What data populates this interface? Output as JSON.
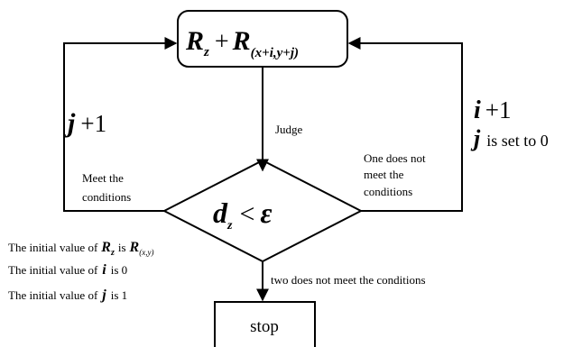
{
  "nodes": {
    "process": {
      "var": "R",
      "sub": "z",
      "op": "+",
      "sub2": "(x+i,y+j)"
    },
    "decision": {
      "var": "d",
      "sub": "z",
      "op": "<",
      "rhs": "ε"
    },
    "stop": {
      "label": "stop"
    }
  },
  "edges": {
    "judge": "Judge",
    "left_loop": {
      "expr_var": "j",
      "expr_rest": "+1",
      "condition_l1": "Meet the",
      "condition_l2": "conditions"
    },
    "right_loop": {
      "expr1_var": "i",
      "expr1_rest": "+1",
      "expr2_var": "j",
      "expr2_rest": "is set to 0",
      "condition_l1": "One does not",
      "condition_l2": "meet the",
      "condition_l3": "conditions"
    },
    "down": "two does not meet the conditions"
  },
  "initial_values": {
    "r": {
      "prefix": "The initial value of",
      "var": "R",
      "sub": "z",
      "mid": "is",
      "val": "R",
      "val_sub": "(x,y)"
    },
    "i": {
      "prefix": "The initial value of",
      "var": "i",
      "suffix": "is 0"
    },
    "j": {
      "prefix": "The initial value of",
      "var": "j",
      "suffix": "is 1"
    }
  }
}
